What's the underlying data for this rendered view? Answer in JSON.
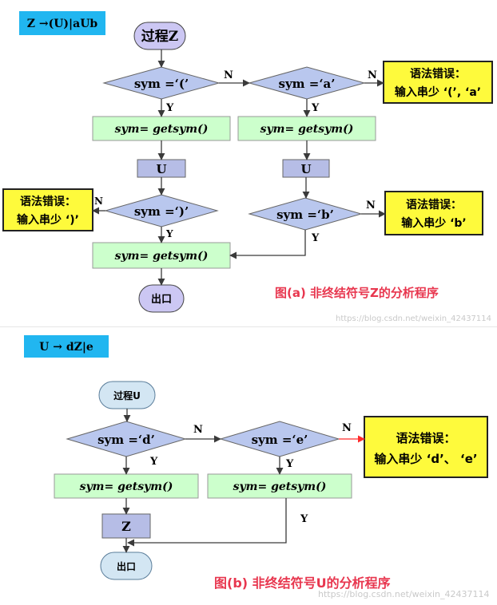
{
  "colors": {
    "title_box": "#21b6f0",
    "process_box": "#ccffcc",
    "decision_fill": "#b9c7ee",
    "terminal_fill": "#ccc7f3",
    "u_box": "#b6bde6",
    "error_fill": "#fefa3c",
    "caption": "#e8374f",
    "arrow": "#3a3a3a",
    "arrow_red": "#ff2a2a"
  },
  "top": {
    "production": "Z →(U)|aUb",
    "start": "过程Z",
    "decision1": "sym =‘(’",
    "decision2": "sym =‘a’",
    "decision3": "sym =‘)’",
    "decision4": "sym =‘b’",
    "process1": "sym= getsym()",
    "process2": "sym= getsym()",
    "process3": "sym= getsym()",
    "call1": "U",
    "call2": "U",
    "error1": {
      "title": "语法错误：",
      "text": "输入串少 ‘(’, ‘a’"
    },
    "error2": {
      "title": "语法错误：",
      "text": "输入串少 ‘)’"
    },
    "error3": {
      "title": "语法错误：",
      "text": "输入串少 ‘b’"
    },
    "end": "出口",
    "labels": {
      "y": "Y",
      "n": "N"
    },
    "caption": "图(a) 非终结符号Z的分析程序",
    "watermark": "https://blog.csdn.net/weixin_42437114"
  },
  "bottom": {
    "production": "U → dZ|e",
    "start": "过程U",
    "decision1": "sym =‘d’",
    "decision2": "sym =‘e’",
    "process1": "sym= getsym()",
    "process2": "sym= getsym()",
    "call1": "Z",
    "error1": {
      "title": "语法错误：",
      "text": "输入串少 ‘d’、 ‘e’"
    },
    "end": "出口",
    "labels": {
      "y": "Y",
      "n": "N"
    },
    "caption": "图(b) 非终结符号U的分析程序",
    "watermark": "https://blog.csdn.net/weixin_42437114"
  }
}
